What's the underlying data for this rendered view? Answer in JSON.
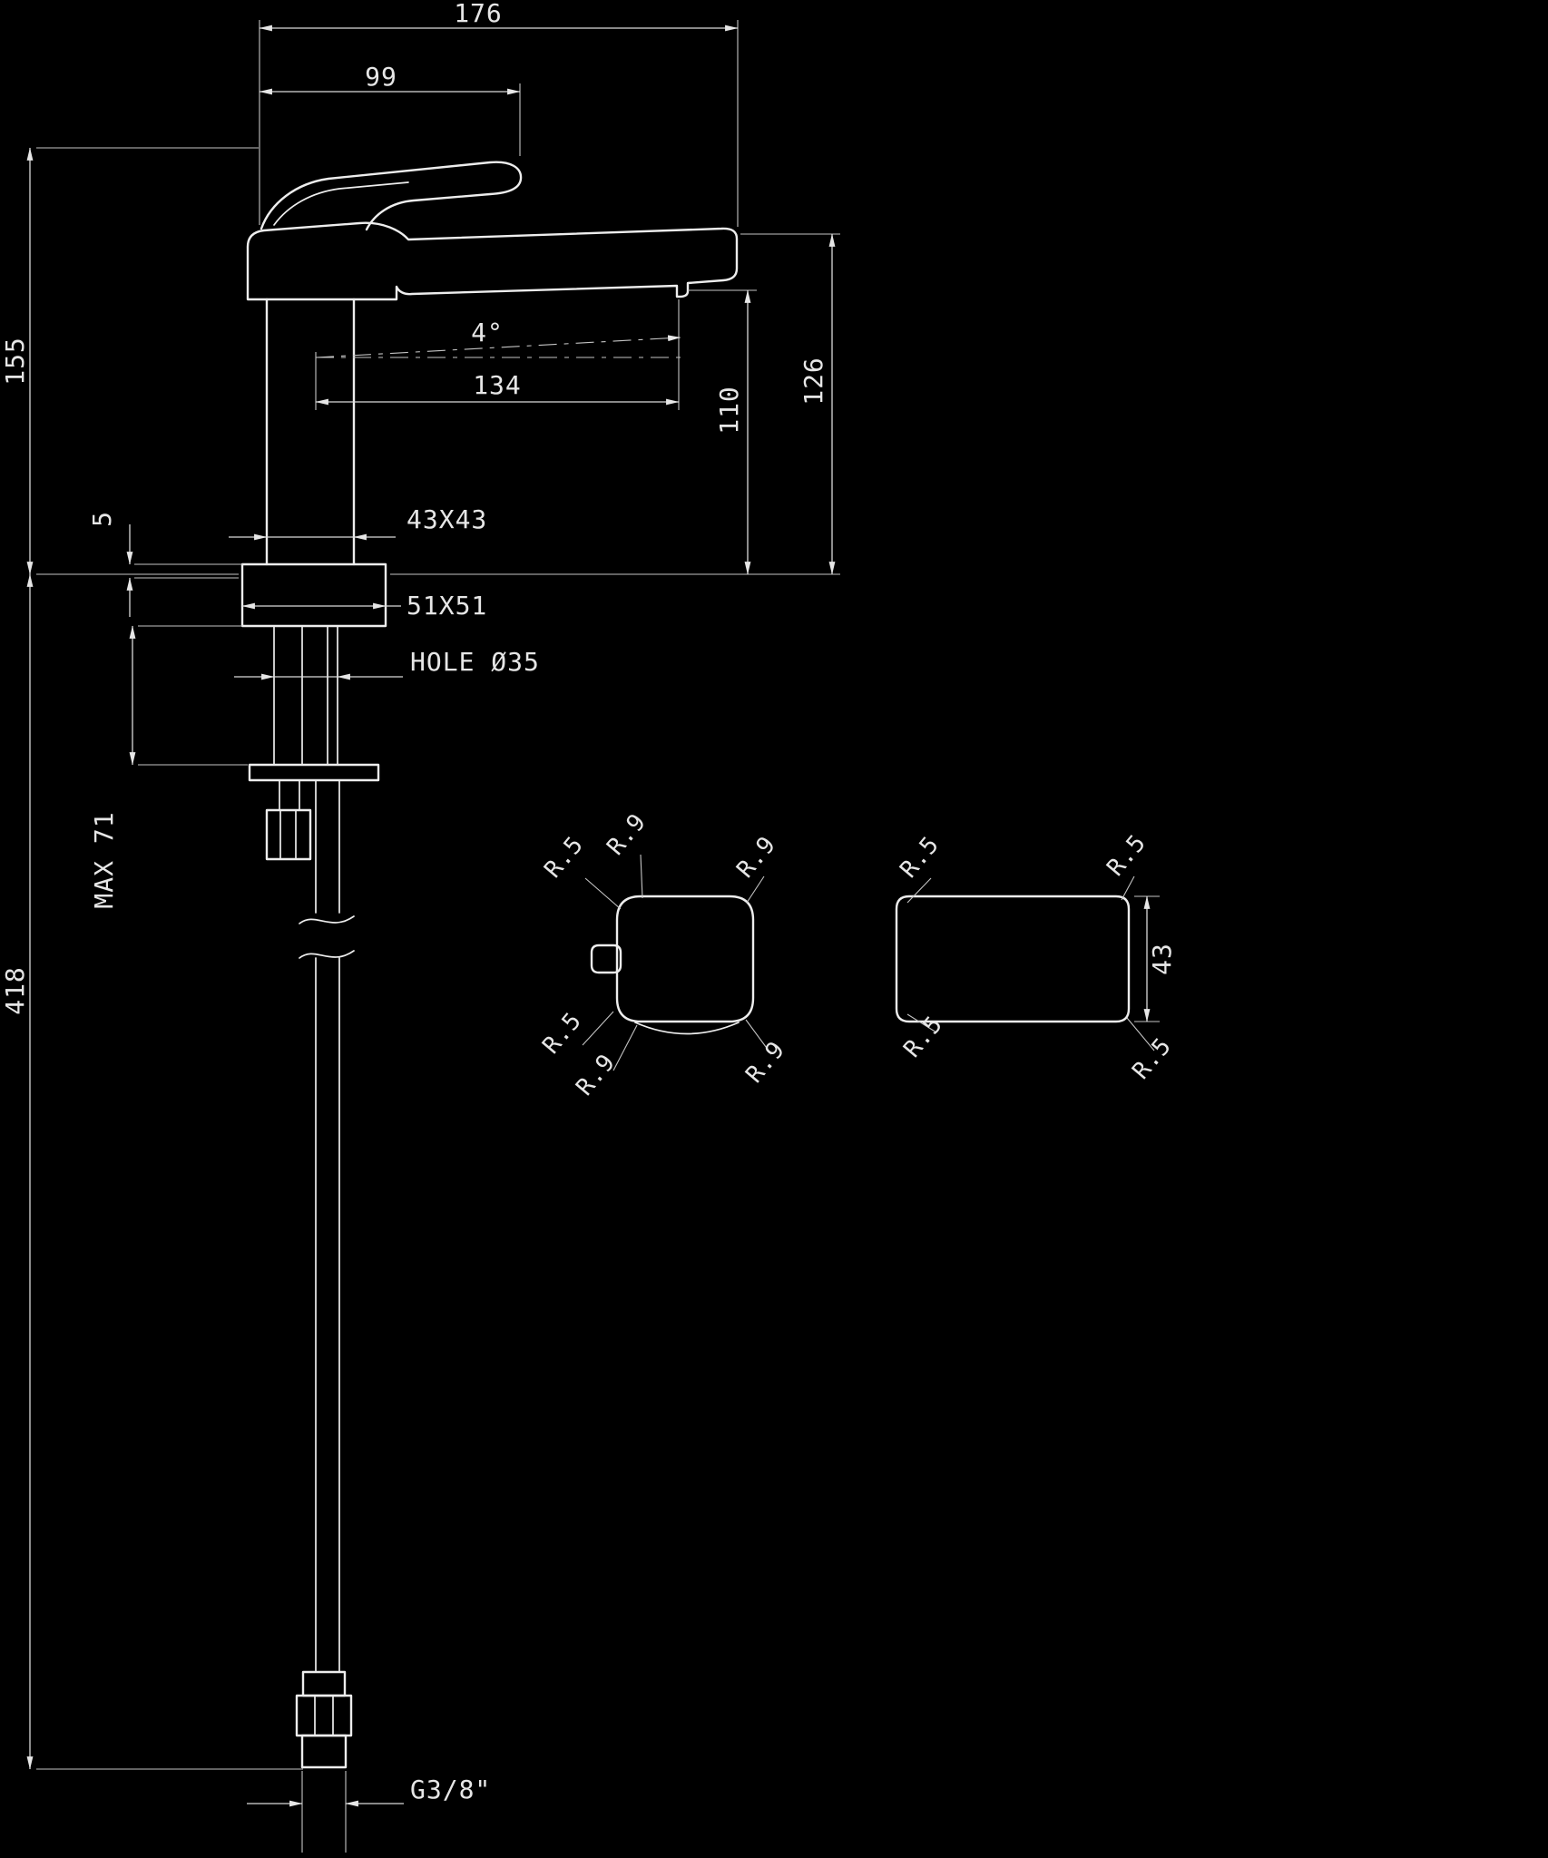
{
  "side_view": {
    "dim_176": "176",
    "dim_99": "99",
    "dim_155": "155",
    "dim_418": "418",
    "dim_126": "126",
    "dim_110": "110",
    "dim_134": "134",
    "angle": "4°",
    "dim_43x43": "43X43",
    "dim_5": "5",
    "dim_51x51": "51X51",
    "hole": "HOLE Ø35",
    "max_depth": "MAX 71",
    "thread": "G3/8\""
  },
  "top_view": {
    "r9": "R.9",
    "r5": "R.5",
    "dim_43": "43"
  },
  "colors": {
    "background": "#000000",
    "line": "#ededed",
    "text": "#e6e6e6"
  }
}
